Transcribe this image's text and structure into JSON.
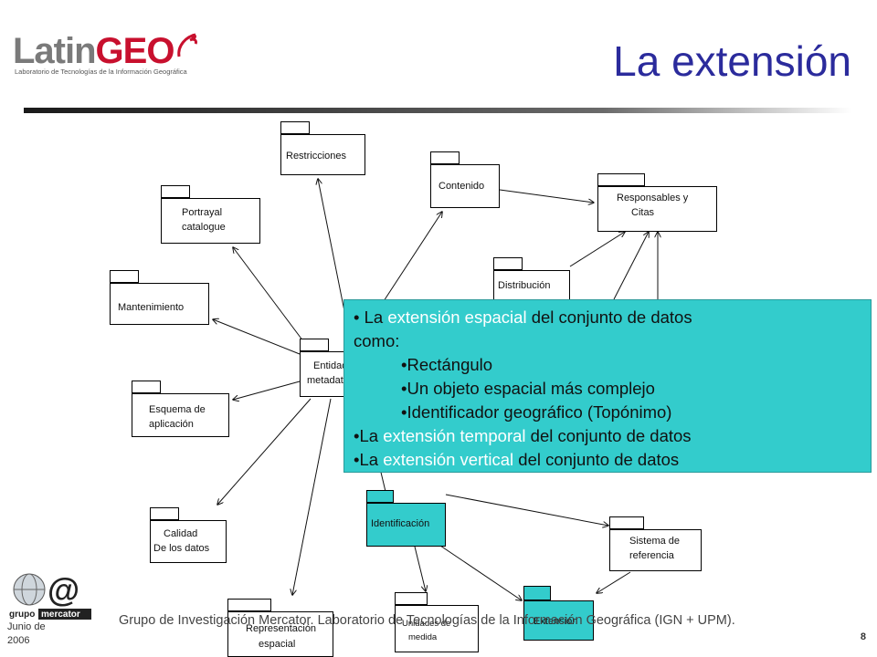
{
  "header": {
    "logo_latin": "Latin",
    "logo_geo": "GEO",
    "logo_subtitle": "Laboratorio de Tecnologías de la Información Geográfica",
    "title": "La extensión"
  },
  "diagram": {
    "packages": [
      {
        "id": "restricciones",
        "lines": [
          "Restricciones"
        ]
      },
      {
        "id": "portrayal",
        "lines": [
          "Portrayal",
          "catalogue"
        ]
      },
      {
        "id": "mantenimiento",
        "lines": [
          "Mantenimiento"
        ]
      },
      {
        "id": "esquema",
        "lines": [
          "Esquema de",
          "aplicación"
        ]
      },
      {
        "id": "calidad",
        "lines": [
          "Calidad",
          "De los datos"
        ]
      },
      {
        "id": "representacion",
        "lines": [
          "Representación",
          "espacial"
        ]
      },
      {
        "id": "entidad",
        "lines": [
          "Entidad",
          "metadatos"
        ]
      },
      {
        "id": "contenido",
        "lines": [
          "Contenido"
        ]
      },
      {
        "id": "responsables",
        "lines": [
          "Responsables y",
          "Citas"
        ]
      },
      {
        "id": "distribucion",
        "lines": [
          "Distribución"
        ]
      },
      {
        "id": "identificacion",
        "lines": [
          "Identificación"
        ]
      },
      {
        "id": "sistema",
        "lines": [
          "Sistema de",
          "referencia"
        ]
      },
      {
        "id": "unidades",
        "lines": [
          "Unidades de",
          "medida"
        ]
      },
      {
        "id": "extension",
        "lines": [
          "Extensión"
        ]
      }
    ],
    "edges": [
      [
        "entidad",
        "restricciones"
      ],
      [
        "entidad",
        "portrayal"
      ],
      [
        "entidad",
        "mantenimiento"
      ],
      [
        "entidad",
        "esquema"
      ],
      [
        "entidad",
        "calidad"
      ],
      [
        "entidad",
        "representacion"
      ],
      [
        "entidad",
        "contenido"
      ],
      [
        "entidad",
        "identificacion"
      ],
      [
        "contenido",
        "responsables"
      ],
      [
        "distribucion",
        "responsables"
      ],
      [
        "identificacion",
        "sistema"
      ],
      [
        "identificacion",
        "unidades"
      ],
      [
        "identificacion",
        "extension"
      ],
      [
        "sistema",
        "extension"
      ]
    ]
  },
  "callout": {
    "line1_pre": "• La ",
    "line1_hl": "extensión espacial",
    "line1_post": " del conjunto de datos",
    "line2": "como:",
    "bullets": [
      "•Rectángulo",
      "•Un objeto espacial más complejo",
      "•Identificador geográfico (Topónimo)"
    ],
    "line6_pre": "•La ",
    "line6_hl": "extensión temporal",
    "line6_post": " del conjunto de datos",
    "line7_pre": "•La ",
    "line7_hl": "extensión vertical",
    "line7_post": " del conjunto de datos"
  },
  "footer": {
    "logo_grupo": "grupo",
    "logo_mercator": "mercator",
    "date": "Junio de\n2006",
    "text": "Grupo de Investigación Mercator. Laboratorio de Tecnologías de la Información Geográfica (IGN + UPM).",
    "page": "8"
  },
  "colors": {
    "title": "#2b2b9c",
    "callout_bg": "#33cccc",
    "highlight": "#ffffff",
    "logo_red": "#c8102e"
  }
}
